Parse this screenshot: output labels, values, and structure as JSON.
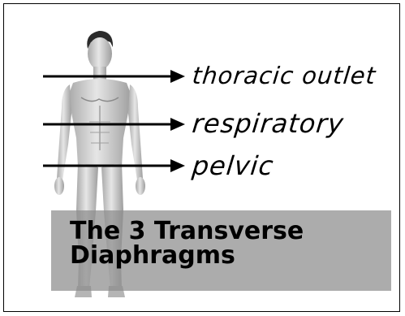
{
  "labels": {
    "thoracic": "thoracic outlet",
    "respiratory": "respiratory",
    "pelvic": "pelvic"
  },
  "caption": {
    "line1": "The 3 Transverse",
    "line2": "Diaphragms"
  },
  "colors": {
    "background": "#ffffff",
    "arrow": "#000000",
    "caption_overlay": "#8c8c8c",
    "skin": "#cfcfcf"
  },
  "icons": [
    "arrow-right-icon",
    "human-figure"
  ]
}
